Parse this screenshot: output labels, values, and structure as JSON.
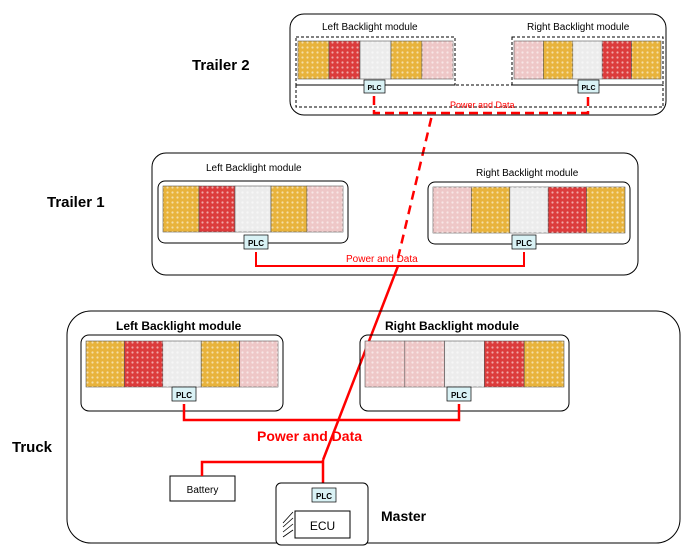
{
  "colors": {
    "amber": "#e8b33c",
    "red": "#dc3b3b",
    "white_lamp": "#ececec",
    "pink": "#eec7c7",
    "wire": "#ff0000",
    "plc_fill": "#d9f2f5"
  },
  "trailer2": {
    "label": "Trailer 2",
    "left_module": {
      "title": "Left Backlight module",
      "lamps": [
        "amber",
        "red",
        "white_lamp",
        "amber",
        "pink"
      ],
      "plc": "PLC"
    },
    "right_module": {
      "title": "Right Backlight module",
      "lamps": [
        "pink",
        "amber",
        "white_lamp",
        "red",
        "amber"
      ],
      "plc": "PLC"
    },
    "bus_label": "Power and Data"
  },
  "trailer1": {
    "label": "Trailer 1",
    "left_module": {
      "title": "Left Backlight module",
      "lamps": [
        "amber",
        "red",
        "white_lamp",
        "amber",
        "pink"
      ],
      "plc": "PLC"
    },
    "right_module": {
      "title": "Right Backlight module",
      "lamps": [
        "pink",
        "amber",
        "white_lamp",
        "red",
        "amber"
      ],
      "plc": "PLC"
    },
    "bus_label": "Power and Data"
  },
  "truck": {
    "label": "Truck",
    "left_module": {
      "title": "Left Backlight module",
      "lamps": [
        "amber",
        "red",
        "white_lamp",
        "amber",
        "pink"
      ],
      "plc": "PLC"
    },
    "right_module": {
      "title": "Right Backlight module",
      "lamps": [
        "pink",
        "pink",
        "white_lamp",
        "red",
        "amber"
      ],
      "plc": "PLC"
    },
    "bus_label": "Power and Data",
    "battery_label": "Battery",
    "master_label": "Master",
    "ecu_label": "ECU",
    "master_plc": "PLC"
  }
}
